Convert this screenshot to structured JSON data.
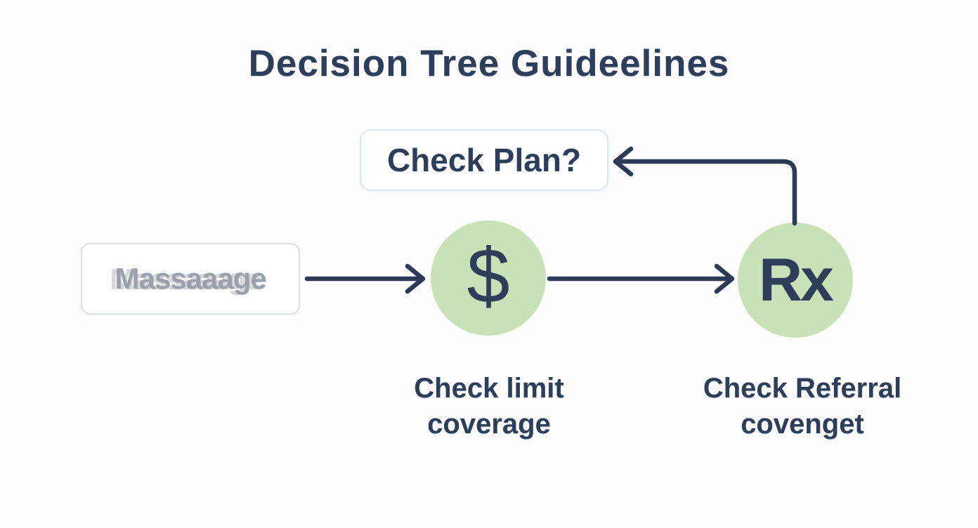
{
  "title": {
    "text": "Decision Tree Guideelines"
  },
  "nodes": {
    "check_plan": {
      "label": "Check Plan?"
    },
    "message": {
      "label": "Massaaage"
    },
    "dollar": {
      "symbol": "$",
      "caption_line1": "Check limit",
      "caption_line2": "coverage"
    },
    "rx": {
      "symbol": "Rx",
      "caption_line1": "Check Referral",
      "caption_line2": "covenget"
    }
  },
  "colors": {
    "navy": "#2d3e5a",
    "arrow": "#2c3a55",
    "node_green": "#c9e1b7",
    "box_border": "#dfe5ec",
    "box_border_soft": "#dce0e5",
    "muted_text": "#9ba1ab",
    "background": "#fdfdfd"
  }
}
